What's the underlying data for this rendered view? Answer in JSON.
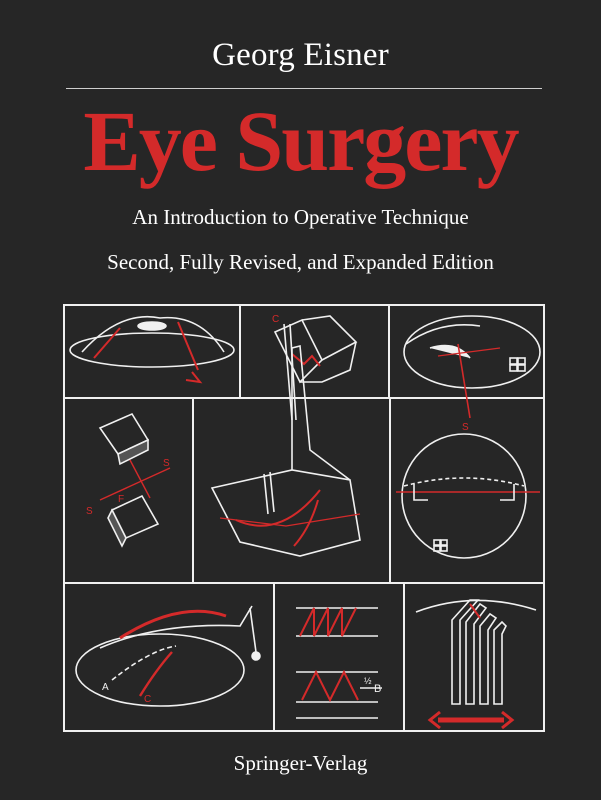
{
  "author": "Georg Eisner",
  "title": "Eye Surgery",
  "subtitle": "An Introduction to Operative Technique",
  "edition": "Second, Fully Revised, and Expanded Edition",
  "publisher": "Springer-Verlag",
  "illustration_labels": {
    "c_top": "C",
    "s_top": "S",
    "s_left": "S",
    "s_right": "S",
    "f": "F",
    "a_bottom": "A",
    "c_bottom": "C",
    "b": "B",
    "half": "½"
  },
  "colors": {
    "background": "#262626",
    "title": "#d42a2a",
    "text": "#ffffff",
    "accent_red": "#d42a2a",
    "line": "#f0f0f0"
  }
}
